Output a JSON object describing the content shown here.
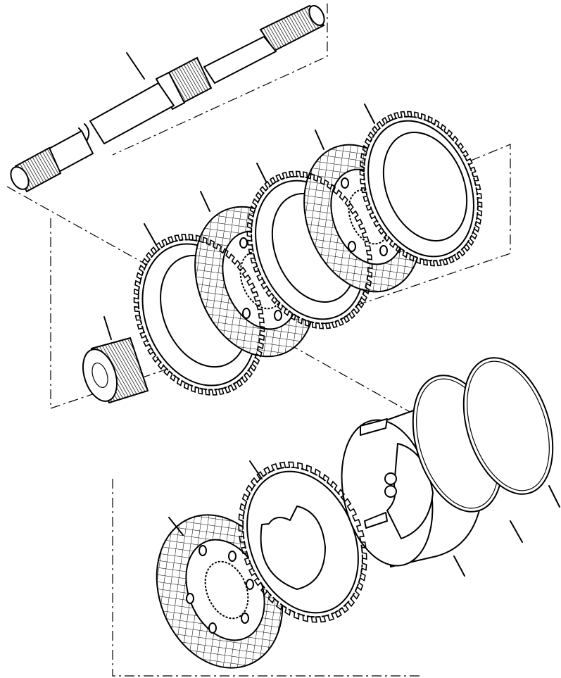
{
  "diagram": {
    "kind": "exploded-parts-view",
    "colors": {
      "stroke": "#000000",
      "background": "#ffffff"
    },
    "parts": [
      {
        "id": "axle-shaft"
      },
      {
        "id": "pinion-gear"
      },
      {
        "id": "separator-plate-1"
      },
      {
        "id": "friction-disc-1"
      },
      {
        "id": "separator-plate-2"
      },
      {
        "id": "friction-disc-2"
      },
      {
        "id": "separator-plate-3"
      },
      {
        "id": "friction-disc-3"
      },
      {
        "id": "separator-plate-4"
      },
      {
        "id": "piston-housing"
      },
      {
        "id": "seal-ring-outer"
      },
      {
        "id": "seal-ring-inner"
      }
    ]
  }
}
